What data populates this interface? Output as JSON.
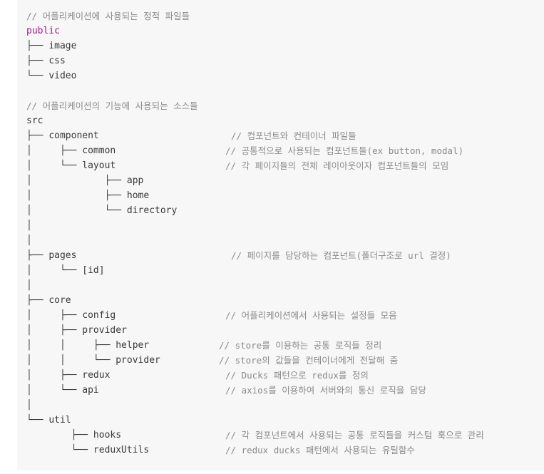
{
  "colors": {
    "background": "#f7f7f8",
    "text": "#3a3a3a",
    "comment": "#8a8a8a",
    "keyword": "#a0168f"
  },
  "lines": [
    {
      "tree": "",
      "text": "",
      "comment": "// 어플리케이션에 사용되는 정적 파일들",
      "comment_col": 0
    },
    {
      "tree": "",
      "text": "public",
      "style": "keyword"
    },
    {
      "tree": "├── ",
      "text": "image"
    },
    {
      "tree": "├── ",
      "text": "css"
    },
    {
      "tree": "└── ",
      "text": "video"
    },
    {
      "tree": "",
      "text": ""
    },
    {
      "tree": "",
      "text": "",
      "comment": "// 어플리케이션의 기능에 사용되는 소스들",
      "comment_col": 0
    },
    {
      "tree": "",
      "text": "src"
    },
    {
      "tree": "├── ",
      "text": "component",
      "comment": "// 컴포넌트와 컨테이너 파일들",
      "comment_col": 287
    },
    {
      "tree": "│     ├── ",
      "text": "common",
      "comment": "// 공통적으로 사용되는 컴포넌트들(ex button, modal)",
      "comment_col": 279
    },
    {
      "tree": "│     └── ",
      "text": "layout",
      "comment": "// 각 페이지들의 전체 레이아웃이자 컴포넌트들의 모임",
      "comment_col": 279
    },
    {
      "tree": "│             ├── ",
      "text": "app"
    },
    {
      "tree": "│             ├── ",
      "text": "home"
    },
    {
      "tree": "│             └── ",
      "text": "directory"
    },
    {
      "tree": "│",
      "text": ""
    },
    {
      "tree": "│",
      "text": ""
    },
    {
      "tree": "├── ",
      "text": "pages",
      "comment": "// 페이지를 담당하는 컴포넌트(폴더구조로 url 결정)",
      "comment_col": 287
    },
    {
      "tree": "│     └── ",
      "text": "[id]"
    },
    {
      "tree": "│",
      "text": ""
    },
    {
      "tree": "├── ",
      "text": "core"
    },
    {
      "tree": "│     ├── ",
      "text": "config",
      "comment": "// 어플리케이션에서 사용되는 설정들 모음",
      "comment_col": 279
    },
    {
      "tree": "│     ├── ",
      "text": "provider"
    },
    {
      "tree": "│     │     ├── ",
      "text": "helper",
      "comment": "// store를 이용하는 공통 로직들 정리",
      "comment_col": 270
    },
    {
      "tree": "│     │     └── ",
      "text": "provider",
      "comment": "// store의 값들을 컨테이너에게 전달해 줌",
      "comment_col": 270
    },
    {
      "tree": "│     ├── ",
      "text": "redux",
      "comment": "// Ducks 패턴으로 redux를 정의",
      "comment_col": 279
    },
    {
      "tree": "│     └── ",
      "text": "api",
      "comment": "// axios를 이용하여 서버와의 통신 로직을 담당",
      "comment_col": 279
    },
    {
      "tree": "│",
      "text": ""
    },
    {
      "tree": "└── ",
      "text": "util"
    },
    {
      "tree": "        ├── ",
      "text": "hooks",
      "comment": "// 각 컴포넌트에서 사용되는 공통 로직들을 커스텀 훅으로 관리",
      "comment_col": 279
    },
    {
      "tree": "        └── ",
      "text": "reduxUtils",
      "comment": "// redux ducks 패턴에서 사용되는 유틸함수",
      "comment_col": 279
    }
  ]
}
